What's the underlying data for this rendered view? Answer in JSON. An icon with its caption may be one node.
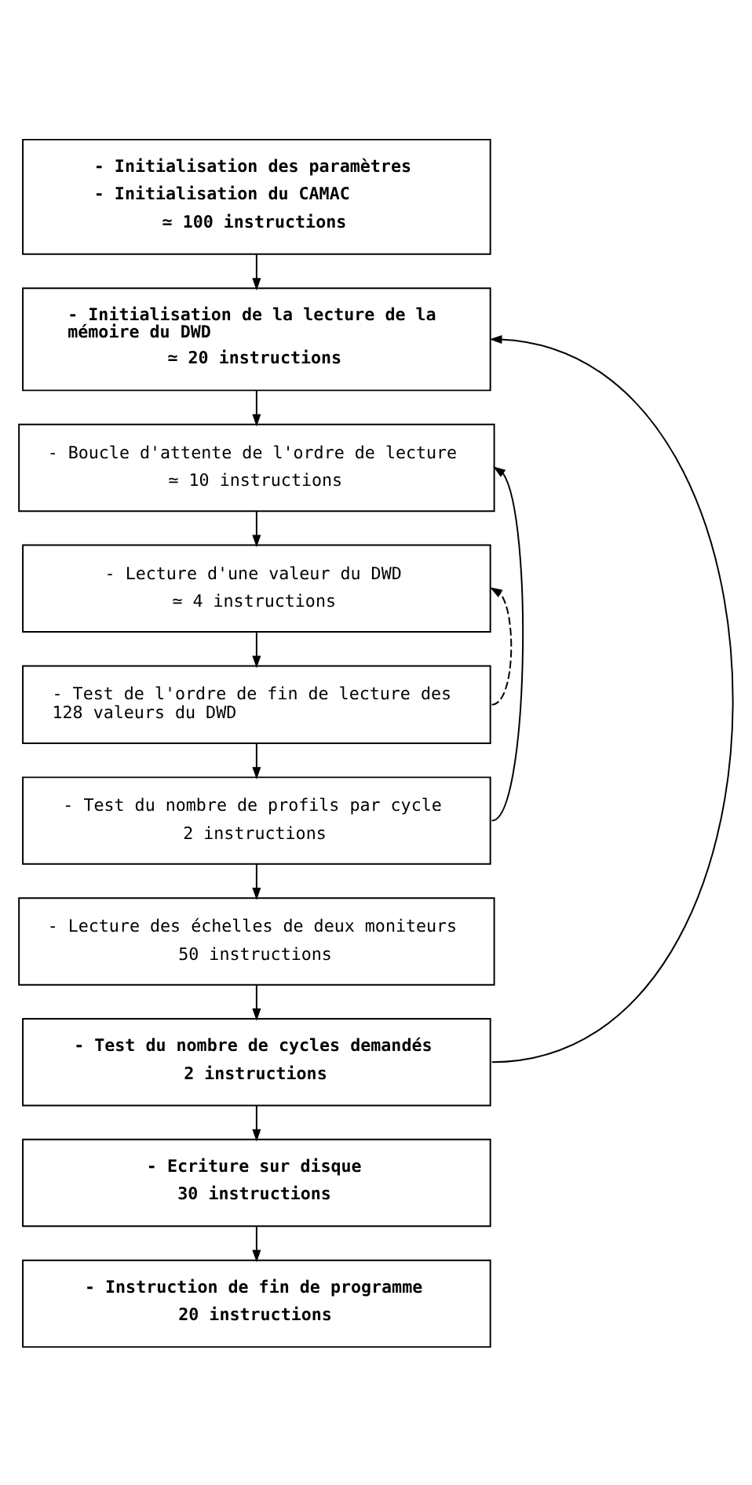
{
  "diagram": {
    "nodes": [
      {
        "text": [
          "- Initialisation des paramètres",
          "- Initialisation du CAMAC",
          "≃ 100 instructions"
        ]
      },
      {
        "text": [
          "- Initialisation de la lecture de la mémoire du DWD",
          "≃ 20 instructions"
        ]
      },
      {
        "text": [
          "- Boucle d'attente de l'ordre de lecture",
          "≃ 10 instructions"
        ]
      },
      {
        "text": [
          "- Lecture d'une valeur du DWD",
          "≃ 4 instructions"
        ]
      },
      {
        "text": [
          "- Test de l'ordre de fin de lecture des 128 valeurs du DWD"
        ]
      },
      {
        "text": [
          "- Test du nombre de profils par cycle",
          "2 instructions"
        ]
      },
      {
        "text": [
          "- Lecture des échelles de deux moniteurs",
          "50 instructions"
        ]
      },
      {
        "text": [
          "- Test du nombre de cycles demandés",
          "2 instructions"
        ]
      },
      {
        "text": [
          "- Ecriture sur disque",
          "30 instructions"
        ]
      },
      {
        "text": [
          "- Instruction de fin de programme",
          "20 instructions"
        ]
      }
    ],
    "edges": [
      {
        "from": 0,
        "to": 1,
        "arrow": "to"
      },
      {
        "from": 1,
        "to": 2,
        "arrow": "to"
      },
      {
        "from": 2,
        "to": 3,
        "arrow": "to"
      },
      {
        "from": 3,
        "to": 4,
        "arrow": "to"
      },
      {
        "from": 4,
        "to": 5,
        "arrow": "to"
      },
      {
        "from": 5,
        "to": 6,
        "arrow": "to"
      },
      {
        "from": 6,
        "to": 7,
        "arrow": "to"
      },
      {
        "from": 7,
        "to": 8,
        "arrow": "to"
      },
      {
        "from": 8,
        "to": 9,
        "arrow": "to"
      },
      {
        "from": 4,
        "to": 3,
        "arrow": "to",
        "style": "dashed"
      },
      {
        "from": 5,
        "to": 2,
        "arrow": "to"
      },
      {
        "from": 7,
        "to": 1,
        "arrow": "to"
      }
    ]
  }
}
